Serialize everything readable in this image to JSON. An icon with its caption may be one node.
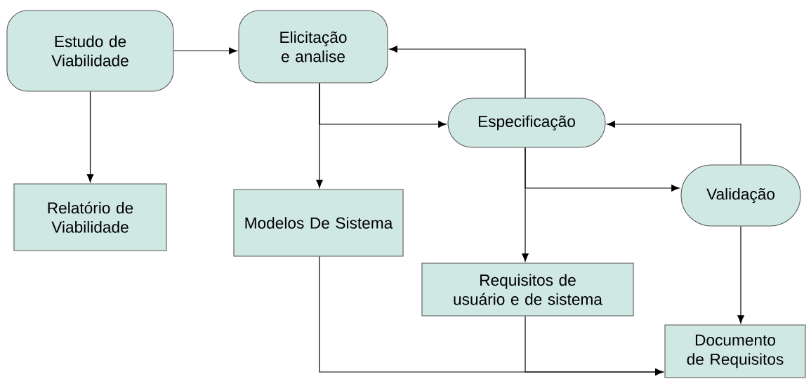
{
  "diagram": {
    "nodes": [
      {
        "text": [
          "Estudo de Viabilidade"
        ]
      },
      {
        "text": [
          "Elicitação e analise"
        ]
      },
      {
        "text": [
          "Especificação"
        ]
      },
      {
        "text": [
          "Validação"
        ]
      },
      {
        "text": [
          "Relatório de Viabilidade"
        ]
      },
      {
        "text": [
          "Modelos De Sistema"
        ]
      },
      {
        "text": [
          "Requisitos de usuário e de sistema"
        ]
      },
      {
        "text": [
          "Documento de Requisitos"
        ]
      }
    ],
    "edges": [
      {
        "from": 0,
        "to": 1,
        "arrow": "to"
      },
      {
        "from": 0,
        "to": 4,
        "arrow": "to"
      },
      {
        "from": 1,
        "to": 5,
        "arrow": "to"
      },
      {
        "from": 1,
        "to": 2,
        "arrow": "to"
      },
      {
        "from": 2,
        "to": 1,
        "arrow": "to"
      },
      {
        "from": 2,
        "to": 6,
        "arrow": "to"
      },
      {
        "from": 2,
        "to": 3,
        "arrow": "to"
      },
      {
        "from": 3,
        "to": 2,
        "arrow": "to"
      },
      {
        "from": 3,
        "to": 7,
        "arrow": "to"
      },
      {
        "from": 5,
        "to": 7,
        "arrow": "to"
      },
      {
        "from": 6,
        "to": 7,
        "arrow": "to"
      }
    ]
  }
}
